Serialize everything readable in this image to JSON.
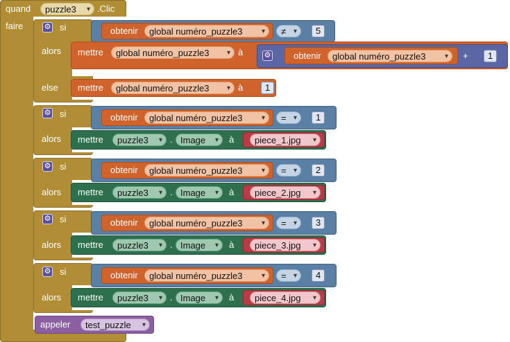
{
  "event": {
    "when": "quand",
    "component": "puzzle3",
    "event": ".Clic",
    "do": "faire"
  },
  "if1": {
    "if": "si",
    "get": "obtenir",
    "var": "global numéro_puzzle3",
    "op": "≠",
    "value": "5",
    "then": "alors",
    "set": "mettre",
    "set_var": "global numéro_puzzle3",
    "to": "à",
    "math_get": "obtenir",
    "math_var": "global numéro_puzzle3",
    "math_op": "+",
    "math_value": "1",
    "else": "else",
    "else_set": "mettre",
    "else_var": "global numéro_puzzle3",
    "else_to": "à",
    "else_value": "1"
  },
  "conds": [
    {
      "if": "si",
      "get": "obtenir",
      "var": "global numéro_puzzle3",
      "op": "=",
      "value": "1",
      "then": "alors",
      "set": "mettre",
      "component": "puzzle3",
      "dot": ".",
      "prop": "Image",
      "to": "à",
      "text": "piece_1.jpg"
    },
    {
      "if": "si",
      "get": "obtenir",
      "var": "global numéro_puzzle3",
      "op": "=",
      "value": "2",
      "then": "alors",
      "set": "mettre",
      "component": "puzzle3",
      "dot": ".",
      "prop": "Image",
      "to": "à",
      "text": "piece_2.jpg"
    },
    {
      "if": "si",
      "get": "obtenir",
      "var": "global numéro_puzzle3",
      "op": "=",
      "value": "3",
      "then": "alors",
      "set": "mettre",
      "component": "puzzle3",
      "dot": ".",
      "prop": "Image",
      "to": "à",
      "text": "piece_3.jpg"
    },
    {
      "if": "si",
      "get": "obtenir",
      "var": "global numéro_puzzle3",
      "op": "=",
      "value": "4",
      "then": "alors",
      "set": "mettre",
      "component": "puzzle3",
      "dot": ".",
      "prop": "Image",
      "to": "à",
      "text": "piece_4.jpg"
    }
  ],
  "call": {
    "label": "appeler",
    "proc": "test_puzzle"
  },
  "colors": {
    "control": "#b18e35",
    "logic": "#5b80a5",
    "math": "#5b67a5",
    "variable": "#d0632c",
    "component": "#2e6f4d",
    "text": "#b83b46",
    "procedure": "#8c5fa3"
  }
}
